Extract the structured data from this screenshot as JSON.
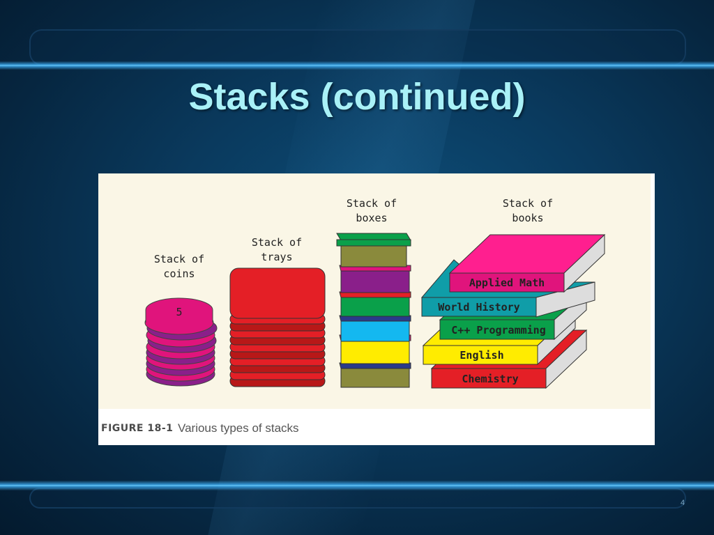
{
  "slide": {
    "title": "Stacks (continued)",
    "number": "4"
  },
  "figure": {
    "caption_label": "FIGURE 18-1",
    "caption_text": "Various types of stacks",
    "coins": {
      "label_line1": "Stack of",
      "label_line2": "coins",
      "top_coin": "5"
    },
    "trays": {
      "label_line1": "Stack of",
      "label_line2": "trays"
    },
    "boxes": {
      "label_line1": "Stack of",
      "label_line2": "boxes"
    },
    "books": {
      "label_line1": "Stack of",
      "label_line2": "books",
      "titles": [
        "Applied Math",
        "World History",
        "C++ Programming",
        "English",
        "Chemistry"
      ]
    }
  }
}
